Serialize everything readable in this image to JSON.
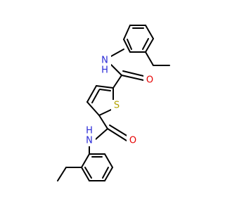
{
  "molecule": {
    "atoms": {
      "n_top": "N",
      "h_top": "H",
      "o_top": "O",
      "s_ring": "S",
      "n_bottom": "N",
      "h_bottom": "H",
      "o_bottom": "O"
    },
    "colors": {
      "bond": "#000000",
      "nitrogen": "#2a2ad6",
      "oxygen": "#e60000",
      "sulfur": "#b3a200"
    }
  }
}
